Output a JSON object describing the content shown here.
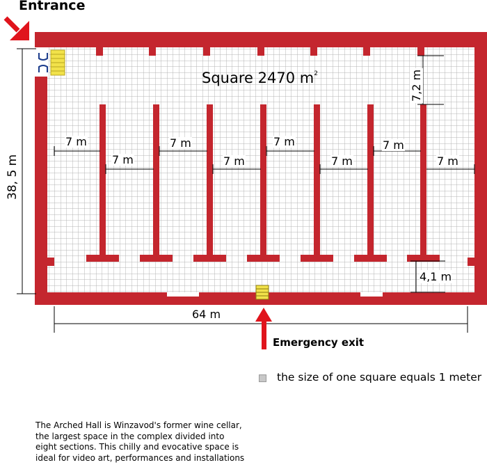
{
  "labels": {
    "entrance": "Entrance",
    "emergency_exit": "Emergency exit",
    "area_text": "Square 2470 m",
    "area_sup": "2",
    "width_dim": "64 m",
    "height_dim": "38, 5 m",
    "top_gap_dim": "7,2 m",
    "bottom_gap_dim": "4,1 m",
    "section_dims": [
      "7 m",
      "7 m",
      "7 m",
      "7 m",
      "7 m",
      "7 m",
      "7 m",
      "7 m"
    ]
  },
  "legend": {
    "text": "the size of one square equals 1 meter"
  },
  "description": "The Arched Hall is Winzavod's former wine cellar,\nthe largest space in the complex divided into\neight sections. This chilly and evocative space is\nideal for video art, performances and installations",
  "colors": {
    "wall": "#c4262e",
    "grid_line": "#b4b4b4",
    "grid_fill": "#ffffff",
    "stairs": "#f2e24a",
    "arrow": "#e0141c",
    "door": "#1c3c8c"
  },
  "icons": {
    "entrance_arrow": "red-arrow-icon",
    "emergency_arrow": "red-arrow-icon",
    "stairs": "stairs-icon",
    "door": "door-arch-icon"
  }
}
